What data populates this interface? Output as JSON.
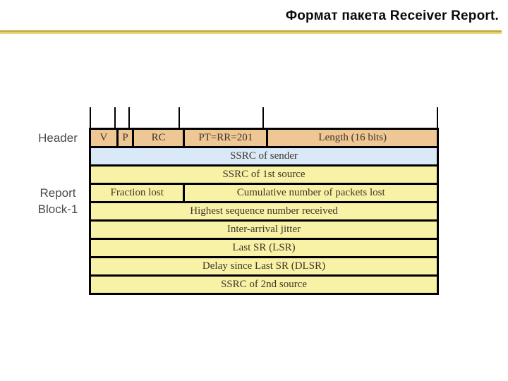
{
  "title": "Формат пакета Receiver Report.",
  "diagram": {
    "side_labels": {
      "header": "Header",
      "report_block_line1": "Report",
      "report_block_line2": "Block-1"
    },
    "header_row": {
      "v": "V",
      "p": "P",
      "rc": "RC",
      "pt": "PT=RR=201",
      "length": "Length (16 bits)"
    },
    "rows": {
      "ssrc_sender": "SSRC of sender",
      "ssrc_1st": "SSRC of 1st source",
      "fraction_lost": "Fraction lost",
      "cumulative_lost": "Cumulative number of packets lost",
      "highest_seq": "Highest sequence number received",
      "jitter": "Inter-arrival jitter",
      "lsr": "Last SR (LSR)",
      "dlsr": "Delay since Last SR (DLSR)",
      "ssrc_2nd": "SSRC of 2nd source"
    },
    "colors": {
      "header_row_bg": "#eec795",
      "sender_row_bg": "#d9e9f7",
      "report_row_bg": "#f8f2a6",
      "accent_line": "#c3a73e"
    }
  }
}
